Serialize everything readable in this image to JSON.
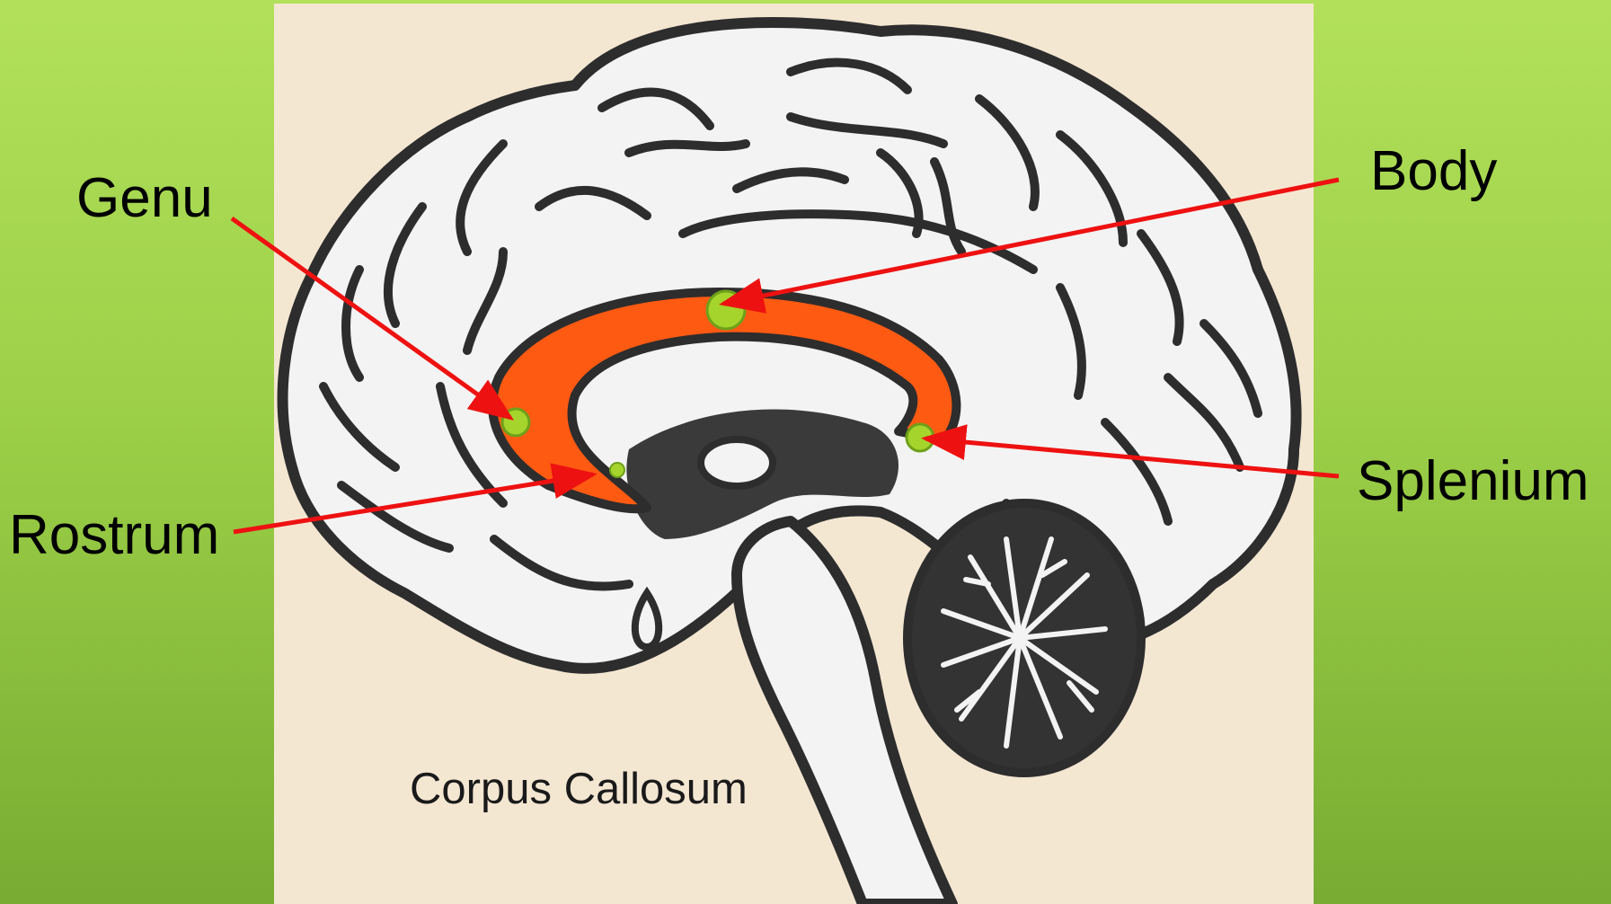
{
  "caption": "Corpus Callosum",
  "labels": {
    "genu": "Genu",
    "body": "Body",
    "rostrum": "Rostrum",
    "splenium": "Splenium"
  },
  "colors": {
    "background": "#9dd048",
    "panel": "#f4e7d2",
    "corpus_callosum": "#ff5a12",
    "marker": "#a5d52c",
    "arrow": "#ee1111",
    "outline": "#2d2d2d"
  }
}
